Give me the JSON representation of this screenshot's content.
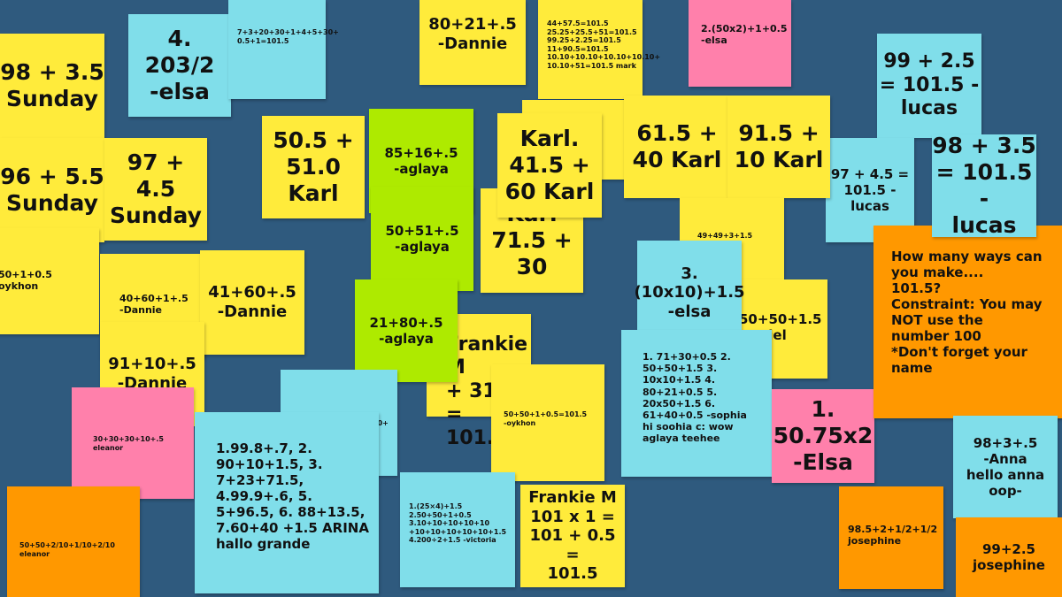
{
  "board": {
    "background": "#2f5a7e"
  },
  "colors": {
    "yellow": "#ffeb3b",
    "blue": "#80deea",
    "green": "#aeea00",
    "pink": "#ff80ab",
    "orange": "#ff9800"
  },
  "notes": {
    "n1": "98 + 3.5\nSunday",
    "n2": "96 + 5.5\nSunday",
    "n3": "97 +\n4.5\nSunday",
    "n4": "50+1+0.5\noykhon",
    "n5": "4.\n203/2\n-elsa",
    "n6": "7+3+20+30+1+4+5+30+\n0.5+1=101.5",
    "n7": "80+21+.5\n-Dannie",
    "n8": "44+57.5=101.5\n25.25+25.5+51=101.5\n99.25+2.25=101.5\n11+90.5=101.5\n10.10+10.10+10.10+10.10+\n10.10+51=101.5      mark",
    "n9": "2.(50x2)+1+0.5\n-elsa",
    "n10": "99 + 2.5\n= 101.5 -\nlucas",
    "n11": "98 + 3.5\n= 101.5 -\nlucas",
    "n12": "97 + 4.5 =\n101.5 -\nlucas",
    "n13": "50.5 +\n51.0\nKarl",
    "n14": "85+16+.5\n-aglaya",
    "n15": "50+51+.5\n-aglaya",
    "n16": "21+80+.5\n-aglaya",
    "n17": "Karl\n71.5 +\n30",
    "n18": "Karl.\n41.5 +\n60 Karl",
    "n19": "61.5 +\n40 Karl",
    "n20": "91.5 +\n10 Karl",
    "n21": "49+49+3+1.5",
    "n22": "50+50+1.5\nDaniel",
    "n23": "3.\n(10x10)+1.5\n-elsa",
    "n24": "1. 71+30+0.5  2.\n50+50+1.5  3.\n10x10+1.5  4.\n80+21+0.5  5.\n20x50+1.5  6.\n61+40+0.5 -sophia\nhi soohia c: wow\naglaya teehee",
    "n25": "1.\n50.75x2\n-Elsa",
    "n26": "How many ways can\nyou make....\n101.5?\nConstraint: You may\nNOT use the\nnumber 100\n*Don't forget your\nname",
    "n27": "98+3+.5\n-Anna\nhello anna\noop-",
    "n28": "98.5+2+1/2+1/2\njosephine",
    "n29": "99+2.5\njosephine",
    "n30": "40+60+1+.5\n-Dannie",
    "n31": "41+60+.5\n-Dannie",
    "n32": "91+10+.5\n-Dannie",
    "n33": "30+30+30+10+.5\neleanor",
    "n34": "50+50+2/10+1/10+2/10\neleanor",
    "n35": "1.99.8+.7,        2.\n90+10+1.5,        3.\n7+23+71.5,\n4.99.9+.6,          5.\n5+96.5,    6. 88+13.5,\n7.60+40 +1.5 ARINA\nhallo grande",
    "n36": "10+",
    "n37": "Frankie M\n+ 31.5 =\n101.",
    "n38": "50+50+1+0.5=101.5\n-oykhon",
    "n39": "1.(25×4)+1.5\n2.50+50+1+0.5\n3.10+10+10+10+10\n+10+10+10+10+10+1.5\n4.200÷2+1.5 -victoria",
    "n40": "Frankie M\n101 x 1 =\n101 + 0.5 =\n101.5"
  }
}
